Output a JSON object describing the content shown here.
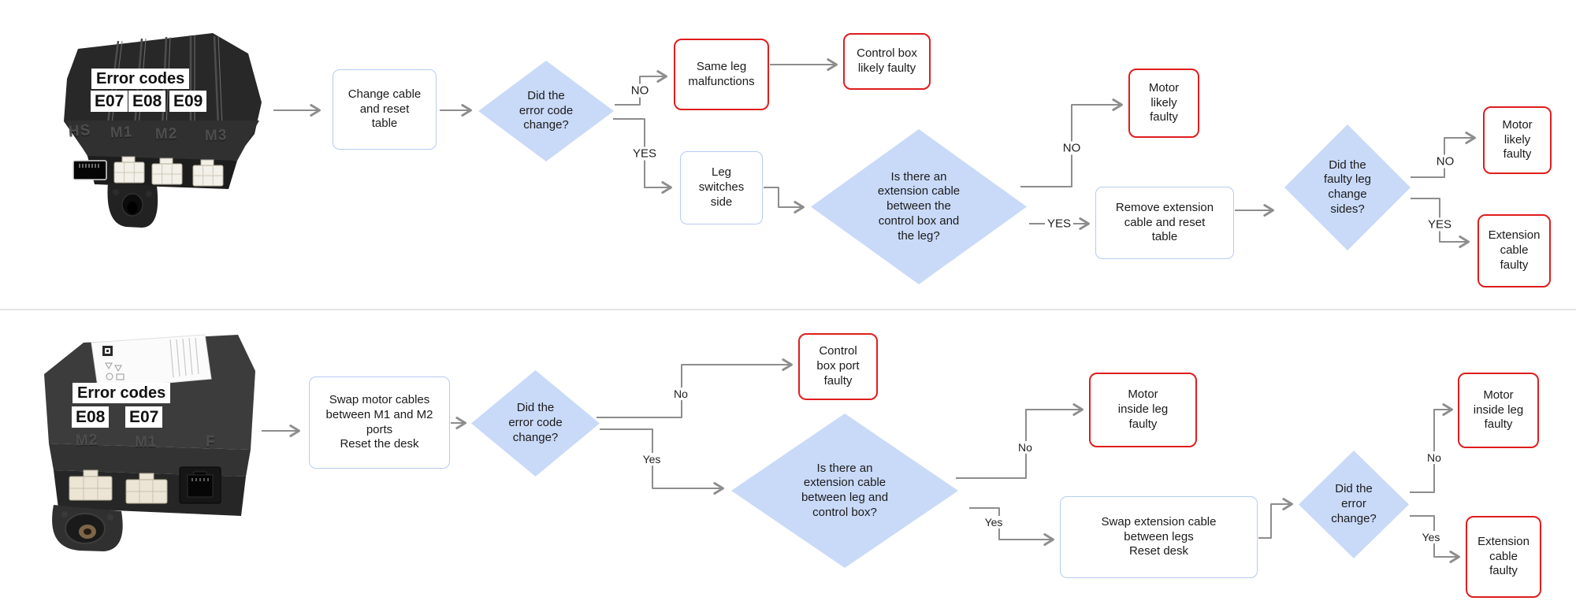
{
  "colors": {
    "diamond_fill": "#c9daf8",
    "process_border": "#b6cbf2",
    "result_border": "#df1d1d",
    "arrow": "#8d8d8d",
    "divider": "#e3e3e3",
    "text": "#1b1b1b"
  },
  "flow1": {
    "photo": {
      "heading": "Error codes",
      "codes": [
        "E07",
        "E08",
        "E09"
      ],
      "ports": [
        "HS",
        "M1",
        "M2",
        "M3"
      ]
    },
    "nodes": {
      "change_cable": "Change cable\nand reset\ntable",
      "did_code_change": "Did the\nerror code\nchange?",
      "same_leg": "Same leg\nmalfunctions",
      "control_box_faulty": "Control box\nlikely faulty",
      "leg_switches": "Leg\nswitches\nside",
      "extension_between": "Is there an\nextension cable\nbetween the\ncontrol box and\nthe leg?",
      "motor_faulty_1": "Motor\nlikely\nfaulty",
      "remove_extension": "Remove extension\ncable and reset\ntable",
      "faulty_leg_change": "Did the\nfaulty leg\nchange\nsides?",
      "motor_faulty_2": "Motor\nlikely\nfaulty",
      "extension_faulty": "Extension\ncable\nfaulty"
    },
    "edge_labels": {
      "no1": "NO",
      "yes1": "YES",
      "no2": "NO",
      "yes2": "YES",
      "no3": "NO",
      "yes3": "YES"
    }
  },
  "flow2": {
    "photo": {
      "heading": "Error codes",
      "codes": [
        "E08",
        "E07"
      ],
      "ports": [
        "M2",
        "M1",
        "F"
      ]
    },
    "nodes": {
      "swap_motor": "Swap motor cables\nbetween M1 and M2\nports\nReset the desk",
      "did_code_change": "Did the\nerror code\nchange?",
      "control_port_faulty": "Control\nbox port\nfaulty",
      "extension_between": "Is there an\nextension cable\nbetween leg and\ncontrol box?",
      "motor_inside_1": "Motor\ninside leg\nfaulty",
      "swap_extension": "Swap extension cable\nbetween legs\nReset desk",
      "did_error_change": "Did the\nerror\nchange?",
      "motor_inside_2": "Motor\ninside leg\nfaulty",
      "extension_faulty": "Extension\ncable\nfaulty"
    },
    "edge_labels": {
      "no1": "No",
      "yes1": "Yes",
      "no2": "No",
      "yes2": "Yes",
      "no3": "No",
      "yes3": "Yes"
    }
  }
}
